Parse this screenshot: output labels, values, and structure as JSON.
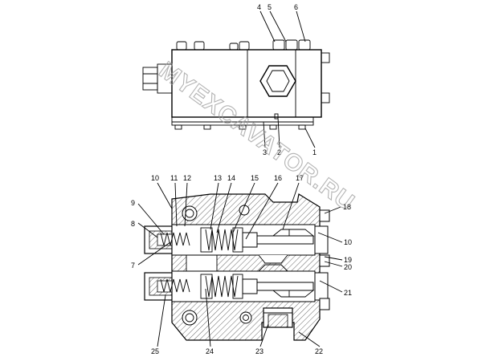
{
  "watermark": "MYEXCAVATOR.RU",
  "top_view": {
    "callouts": [
      {
        "id": "c4",
        "text": "4"
      },
      {
        "id": "c5",
        "text": "5"
      },
      {
        "id": "c6",
        "text": "6"
      },
      {
        "id": "c3",
        "text": "3"
      },
      {
        "id": "c2",
        "text": "2"
      },
      {
        "id": "c1",
        "text": "1"
      }
    ]
  },
  "section_view": {
    "callouts": [
      {
        "id": "c10a",
        "text": "10"
      },
      {
        "id": "c11",
        "text": "11"
      },
      {
        "id": "c12",
        "text": "12"
      },
      {
        "id": "c13",
        "text": "13"
      },
      {
        "id": "c14",
        "text": "14"
      },
      {
        "id": "c15",
        "text": "15"
      },
      {
        "id": "c16",
        "text": "16"
      },
      {
        "id": "c17",
        "text": "17"
      },
      {
        "id": "c9",
        "text": "9"
      },
      {
        "id": "c8",
        "text": "8"
      },
      {
        "id": "c7",
        "text": "7"
      },
      {
        "id": "c18",
        "text": "18"
      },
      {
        "id": "c10b",
        "text": "10"
      },
      {
        "id": "c19",
        "text": "19"
      },
      {
        "id": "c20",
        "text": "20"
      },
      {
        "id": "c21",
        "text": "21"
      },
      {
        "id": "c25",
        "text": "25"
      },
      {
        "id": "c24",
        "text": "24"
      },
      {
        "id": "c23",
        "text": "23"
      },
      {
        "id": "c22",
        "text": "22"
      }
    ]
  }
}
